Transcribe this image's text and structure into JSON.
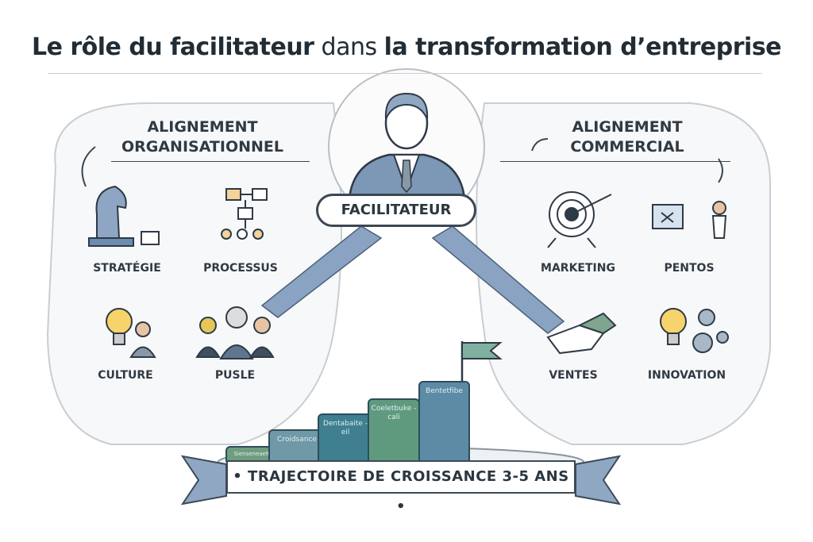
{
  "title": {
    "bold_part": "Le rôle du facilitateur",
    "light_part": "dans",
    "rest": "la transformation d’entreprise"
  },
  "left": {
    "heading_line1": "ALIGNEMENT",
    "heading_line2": "ORGANISATIONNEL",
    "items": [
      {
        "label": "STRATÉGIE",
        "icon": "chess-knight-icon"
      },
      {
        "label": "PROCESSUS",
        "icon": "flowchart-icon"
      },
      {
        "label": "CULTURE",
        "icon": "lightbulb-icon"
      },
      {
        "label": "PUSLE",
        "icon": "team-icon"
      }
    ]
  },
  "right": {
    "heading_line1": "ALIGNEMENT",
    "heading_line2": "COMMERCIAL",
    "items": [
      {
        "label": "MARKETING",
        "icon": "target-icon"
      },
      {
        "label": "PENTOS",
        "icon": "presentation-icon"
      },
      {
        "label": "VENTES",
        "icon": "handshake-icon"
      },
      {
        "label": "INNOVATION",
        "icon": "lightbulb-gears-icon"
      }
    ]
  },
  "center": {
    "label": "FACILITATEUR"
  },
  "steps": [
    "Sienseneaelt",
    "Croidsance",
    "Dentabaite -eil",
    "Coeletbuke -cali",
    "Bentetfibe"
  ],
  "banner": {
    "label": "• TRAJECTOIRE DE CROISSANCE 3-5 ANS •"
  },
  "colors": {
    "ribbon": "#7f9cbf",
    "step_dark": "#3f7f8f",
    "step_green": "#5f9a7f",
    "step_blue": "#5d8aa5",
    "ink": "#2b3640"
  }
}
